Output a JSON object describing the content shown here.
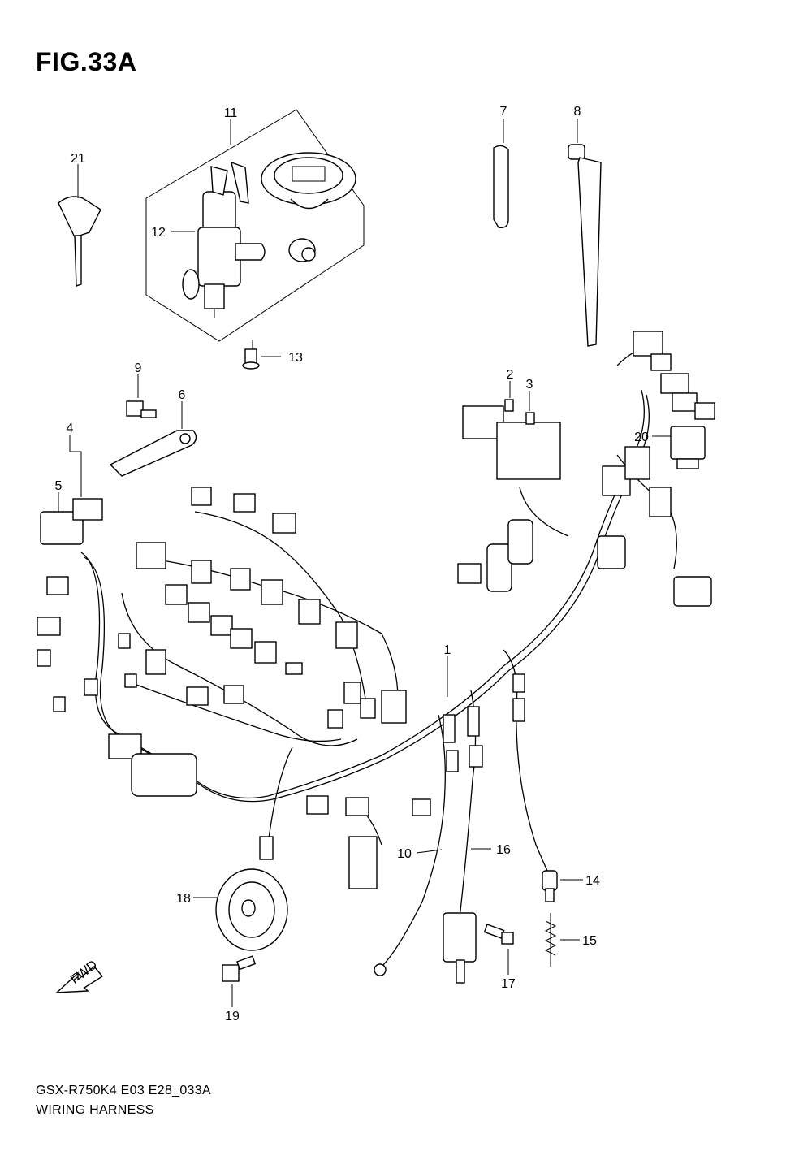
{
  "figure": {
    "title": "FIG.33A",
    "code": "GSX-R750K4 E03 E28_033A",
    "name": "WIRING HARNESS",
    "fwd_label": "FWD"
  },
  "callouts": {
    "c1": "1",
    "c2": "2",
    "c3": "3",
    "c4": "4",
    "c5": "5",
    "c6": "6",
    "c7": "7",
    "c8": "8",
    "c9": "9",
    "c10": "10",
    "c11": "11",
    "c12": "12",
    "c13": "13",
    "c14": "14",
    "c15": "15",
    "c16": "16",
    "c17": "17",
    "c18": "18",
    "c19": "19",
    "c20": "20",
    "c21": "21"
  }
}
